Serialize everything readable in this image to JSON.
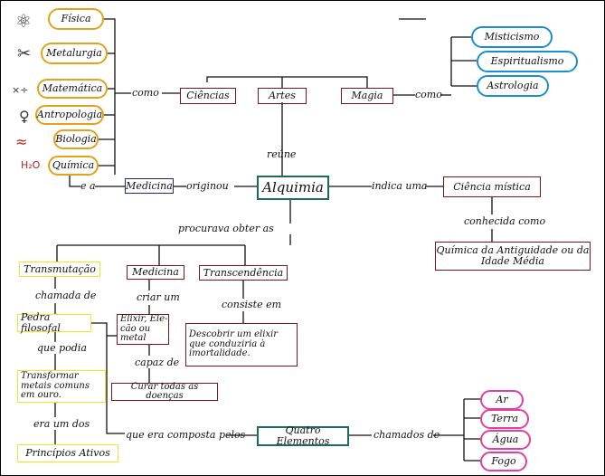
{
  "center": "Alquimia",
  "top": {
    "ciencias": "Ciências",
    "artes": "Artes",
    "magia": "Magia",
    "como_left": "como",
    "como_right": "como",
    "reune": "reúne"
  },
  "sciences": [
    "Física",
    "Metalurgia",
    "Matemática",
    "Antropologia",
    "Biologia",
    "Química"
  ],
  "mystic": [
    "Misticismo",
    "Espiritualismo",
    "Astrologia"
  ],
  "icons": [
    "atom-icon",
    "tongs-icon",
    "math-symbols-icon",
    "anthropology-figure-icon",
    "dna-icon",
    "h2o-formula-icon"
  ],
  "icon_glyphs": [
    "⚛",
    "✂",
    "×÷",
    "♀",
    "≈",
    "H₂O"
  ],
  "medicina_link": {
    "e_a": "e a",
    "medicina": "Medicina",
    "originou": "originou"
  },
  "right": {
    "indica_uma": "indica uma",
    "ciencia_mistica": "Ciência mística",
    "conhecida_como": "conhecida como",
    "quimica_antiguidade": "Química da Antiguidade ou da Idade Média"
  },
  "procurava": "procurava obter as",
  "transmutacao": {
    "title": "Transmutação",
    "chamada_de": "chamada de",
    "pedra": "Pedra filosofal",
    "que_podia": "que podia",
    "transformar": "Transformar metais comuns em ouro.",
    "era_um_dos": "era um dos",
    "principios": "Princípios Ativos"
  },
  "medicina2": {
    "title": "Medicina",
    "criar_um": "criar um",
    "elixir": "Elixir, Ele- cão ou metal",
    "capaz_de": "capaz de",
    "curar": "Curar todas as doenças"
  },
  "transcendencia": {
    "title": "Transcendência",
    "consiste_em": "consiste em",
    "descobrir": "Descobrir um elixir que conduziria à imortalidade."
  },
  "quatro": {
    "composta": "que era composta pelos",
    "title": "Quatro Elementos",
    "chamados_de": "chamados de"
  },
  "elements": [
    "Ar",
    "Terra",
    "Água",
    "Fogo"
  ],
  "colors": {
    "orange": "#e3a21a",
    "blue": "#1a8fd0",
    "pink": "#e23fa0",
    "yellow": "#eaea2b",
    "maroon": "#7a1525",
    "green": "#1f6b5a",
    "navy": "#1a2a6a"
  }
}
